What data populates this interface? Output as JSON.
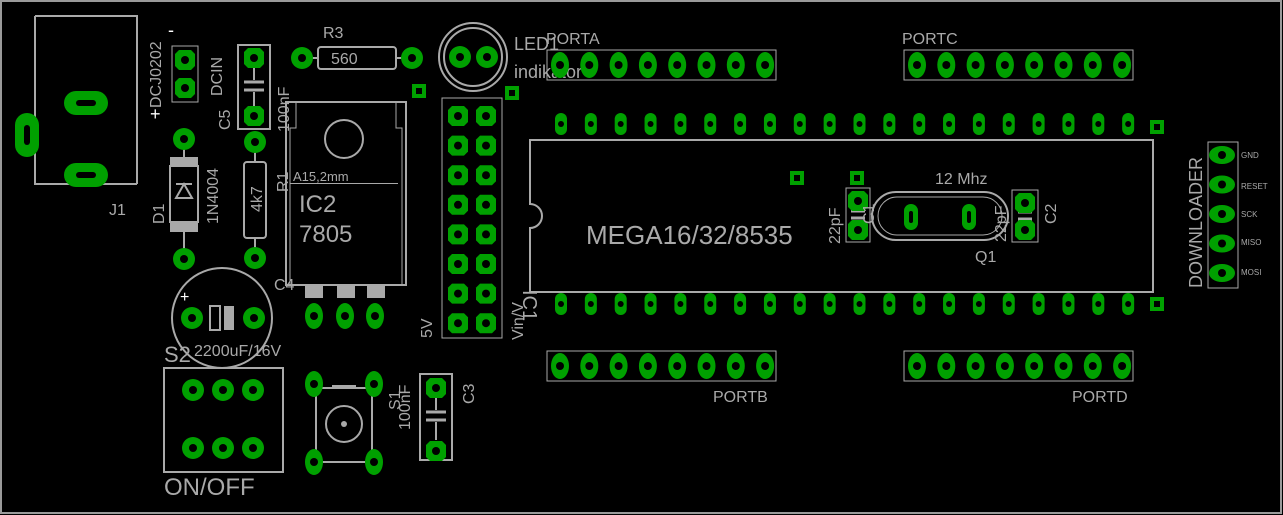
{
  "colors": {
    "background": "#000000",
    "silkscreen": "#a9a9a9",
    "pad": "#00a000",
    "hole": "#000000"
  },
  "labels": {
    "dc_jack_model": "DCJ0202",
    "dc_minus": "-",
    "dc_plus": "+",
    "dc_in": "DCIN",
    "j1": "J1",
    "c5": "C5",
    "c5_value": "100nF",
    "r3": "R3",
    "r3_value": "560",
    "led": "LED1",
    "led_desc": "indikator",
    "porta": "PORTA",
    "portc": "PORTC",
    "portb": "PORTB",
    "portd": "PORTD",
    "d1": "D1",
    "d1_value": "1N4004",
    "r1": "R1",
    "r1_value": "4k7",
    "ic2_pkg": "A15,2mm",
    "ic2": "IC2",
    "ic2_value": "7805",
    "c4": "C4",
    "cap_value": "2200uF/16V",
    "s2": "S2",
    "switch_label": "ON/OFF",
    "s1": "S1",
    "s1_value": "100nF",
    "c3": "C3",
    "v5": "5V",
    "vin": "Vin/V",
    "ic1": "IC1",
    "mcu": "MEGA16/32/8535",
    "crystal": "12 Mhz",
    "q1": "Q1",
    "c1": "C1",
    "c1_value": "22pF",
    "c2": "C2",
    "c2_value": "22pF",
    "downloader": "DOWNLOADER",
    "pin_gnd": "GND",
    "pin_reset": "RESET",
    "pin_sck": "SCK",
    "pin_miso": "MISO",
    "pin_mosi": "MOSI"
  }
}
